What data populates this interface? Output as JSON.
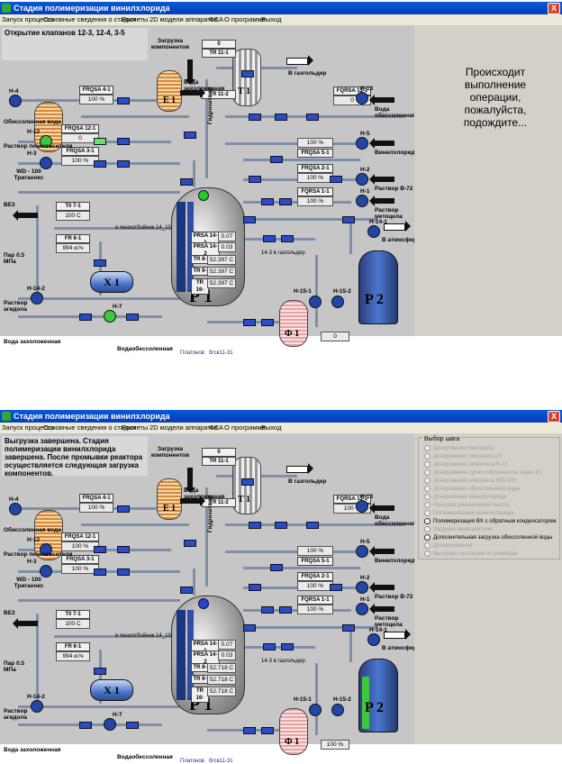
{
  "app": {
    "title": "Стадия полимеризации винилхлорида",
    "close": "X"
  },
  "menu": [
    "Запуск процесса",
    "Основные сведения о стадии",
    "Расчеты",
    "2D модели аппаратов",
    "ФСА",
    "О программе",
    "Выход"
  ],
  "colors": {
    "titlebar": "#0046c8",
    "pump": "#2146a8",
    "active": "#3ec83e",
    "p2": "#2c3d7a"
  },
  "shared": {
    "component_loading": "Загрузка компонентов",
    "water_cooled": "Вода захоложенная",
    "to_gasholder": "В газгольдер",
    "water_demin": "Вода обессоленная",
    "vinylchloride": "Винилхлорид",
    "solution_b72": "Раствор В-72",
    "methocel_solution": "Раствор метоцела",
    "demin_water": "Обессоленная вода",
    "dilution_solution": "Раствор пенногасителя",
    "triganox": "WD - 100 Триганокс",
    "ve3": "ВЕ3",
    "steam": "Пар 0.5 MПа",
    "agidol": "Раствор агидола",
    "water_cooled_bottom": "Вода захоложенная",
    "demin_water2": "Водаобессоленная",
    "to_atmosphere": "В атмосферу",
    "to_antifoam": "в пеноотбойник 14_10",
    "hydrolock": "Гидрозатвор",
    "gas": "14-3 в газгольдер",
    "footer_author": "Платонов",
    "footer_group": "бгсв11-31",
    "fr": "FR 6-1",
    "fr_val": "994 кг/ч",
    "t_label": "T0 7-1",
    "t_val": "100 С",
    "tr_11_1": "TR 11-1",
    "tr_11_2": "TR 11-2",
    "frqsa_4_1": "FRQSA 4-1",
    "frqsa_12_1": "FRQSA 12-1",
    "frqsa_3_1": "FRQSA 3-1",
    "frqsa_13_1": "FQRSA 13-1",
    "frqsa_5_1": "FRQSA 5-1",
    "frqsa_2_1": "FRQSA 2-1",
    "frqsa_1_1": "FQRSA 1-1",
    "prsa_14_1": "PRSA 14-1",
    "prsa_14_2": "PRSA 14-2",
    "tr9": "TR 9-",
    "tr16": "TR 16-",
    "tr8": "TR 8-",
    "val_100": "100 %",
    "val_0": "0",
    "r1": "P 1",
    "r2": "P 2",
    "x1": "X 1",
    "e1": "E 1",
    "t1": "T 1",
    "f1": "Ф 1",
    "h4": "H-4",
    "h12": "H-12",
    "h3": "H-3",
    "h13": "H-13",
    "h5": "H-5",
    "h2": "H-2",
    "h1": "H-1",
    "h14_1": "H-14-1",
    "h14_2": "H-14-2",
    "h7": "H-7",
    "h15_1": "H-15-1",
    "h15_2": "H-15-2"
  },
  "win_a": {
    "message": "Открытие клапанов 12-3, 12-4, 3-5",
    "tr_top": "0",
    "prsa_val_1": "0.07",
    "prsa_val_2": "0.03",
    "t8_val": "52.397 С",
    "t9_val": "52.397 С",
    "t16_val": "52.397 С",
    "p2_val": "0",
    "status_text": "Происходит выполнение операции, пожалуйста, подождите..."
  },
  "win_b": {
    "message": "Выгрузка завершена. Стадия полимеризации винилхлорида завершена. После промывки реактора осуществляется следующая загрузка компонентов.",
    "tr_top": "0",
    "prsa_val_1": "0.07",
    "prsa_val_2": "0.03",
    "t8_val": "52.718 С",
    "t9_val": "52.718 С",
    "t16_val": "52.718 С",
    "p2_val": "100 %",
    "steps_title": "Выбор шага",
    "steps": [
      "Дозирование метоцела",
      "Дозирование триганокса/Т",
      "Дозирование алкотекса В-72",
      "Дозирование сухих компонентов через Е1",
      "Дозирование алкотекса WD-100",
      "Дозирование обессоленной воды",
      "Дозирование винилхлорида",
      "Разогрев реакционной массы",
      "Полимеризация винилхлорида",
      "Полимеризация ВХ с обратным конденсатором",
      "Загрузка пеногасителя",
      "Дополнительная загрузка обессоленной воды",
      "Дегазирование",
      "Выгрузка суспензии из реактора"
    ],
    "steps_enabled": [
      9,
      11
    ]
  }
}
